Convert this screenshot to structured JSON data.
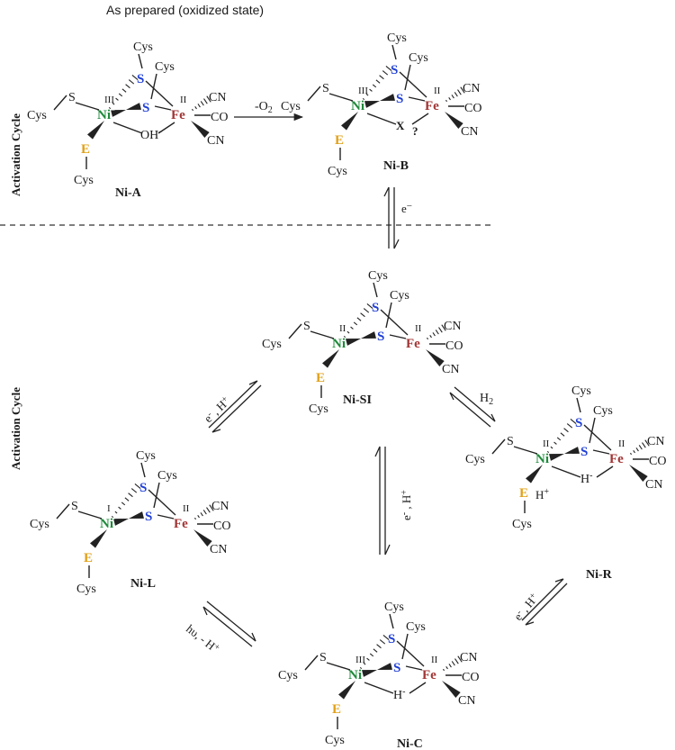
{
  "header": {
    "caption": "As prepared (oxidized state)",
    "cycle_top": "Activation Cycle",
    "cycle_bottom": "Activation Cycle"
  },
  "atoms": {
    "cys": "Cys",
    "s": "S",
    "ni": "Ni",
    "fe": "Fe",
    "e": "E",
    "cn": "CN",
    "co": "CO",
    "oh": "OH",
    "hminus": "H",
    "x": "X",
    "q": "?",
    "hplus": "H"
  },
  "ox": {
    "I": "I",
    "II": "II",
    "III": "III"
  },
  "states": {
    "ni_a": "Ni-A",
    "ni_b": "Ni-B",
    "ni_si": "Ni-SI",
    "ni_r": "Ni-R",
    "ni_l": "Ni-L",
    "ni_c": "Ni-C"
  },
  "arrows": {
    "minus_o2": "-O",
    "o2_sub": "2",
    "e_minus": "e",
    "h2": "H",
    "h2_sub": "2",
    "e_h_plus": "e",
    "h_plus_sym": "H",
    "hv_minus_h": "hυ, - H"
  },
  "colors": {
    "ni": "#1f8a3b",
    "s": "#1f3fd6",
    "fe": "#a23535",
    "e": "#e0a016",
    "text": "#1a1a1a"
  }
}
